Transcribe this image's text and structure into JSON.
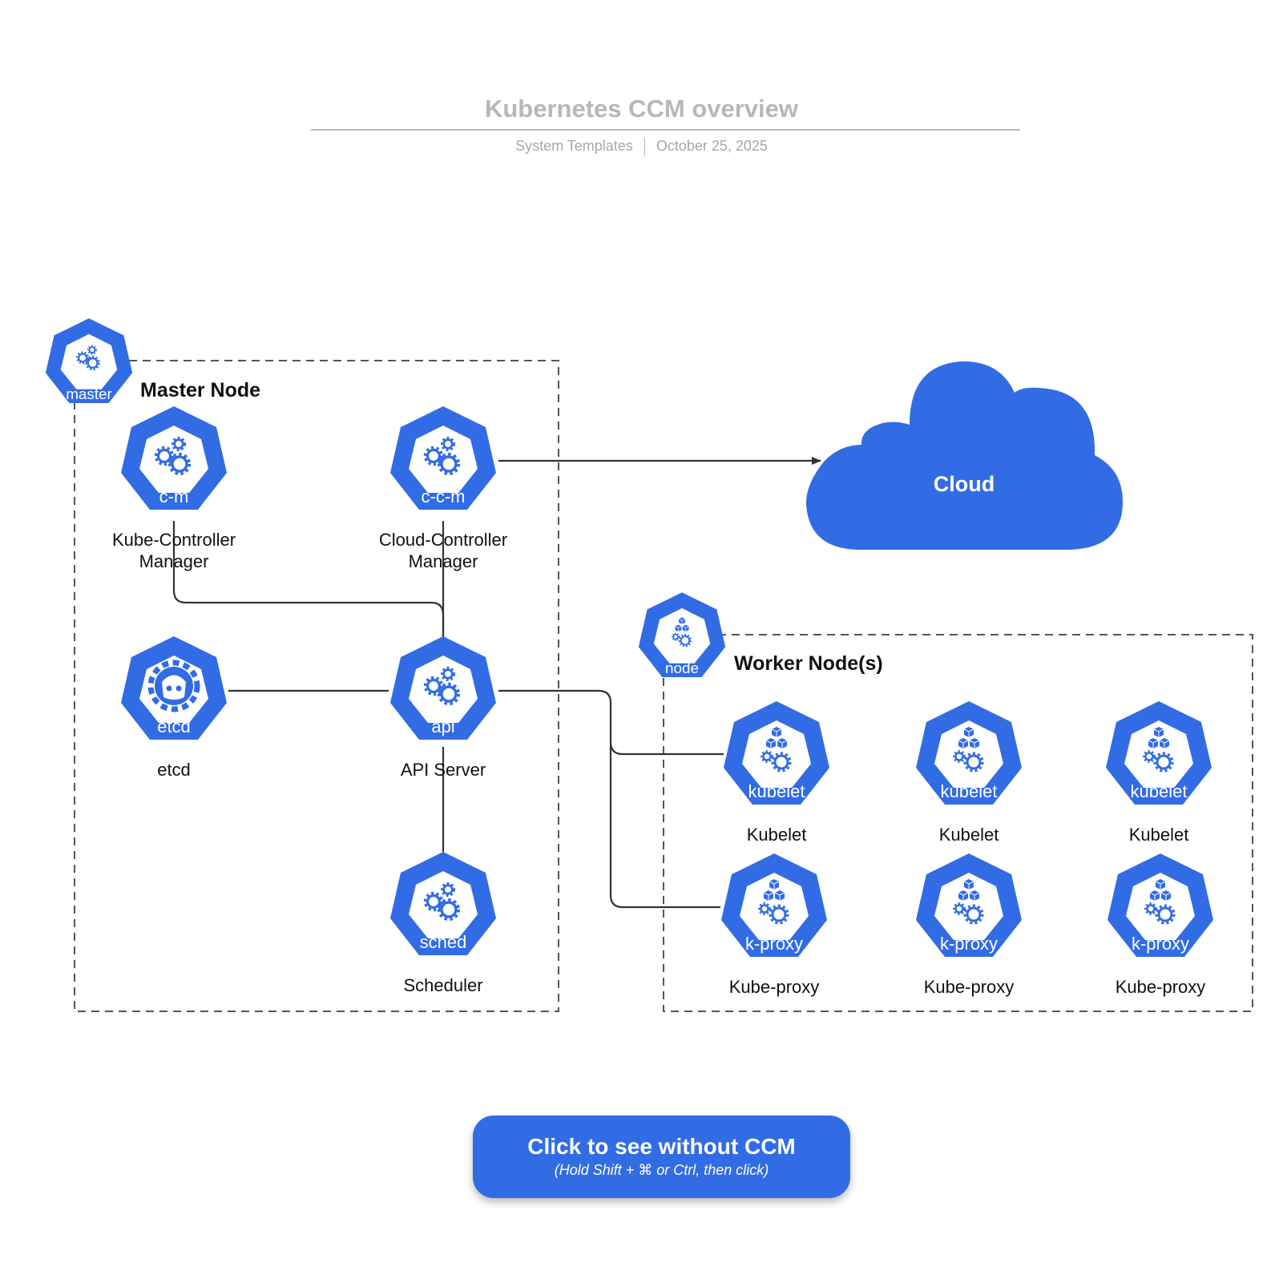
{
  "header": {
    "title": "Kubernetes CCM overview",
    "author": "System Templates",
    "date": "October 25, 2025"
  },
  "colors": {
    "brand": "#326ce5",
    "line": "#333333",
    "title_gray": "#b7b7b7"
  },
  "groups": {
    "master": {
      "icon_label": "master",
      "title": "Master Node"
    },
    "worker": {
      "icon_label": "node",
      "title": "Worker Node(s)"
    }
  },
  "cloud": {
    "label": "Cloud"
  },
  "nodes": {
    "cm": {
      "badge": "c-m",
      "label": [
        "Kube-Controller",
        "Manager"
      ],
      "icon": "gears-icon"
    },
    "ccm": {
      "badge": "c-c-m",
      "label": [
        "Cloud-Controller",
        "Manager"
      ],
      "icon": "gears-icon"
    },
    "etcd": {
      "badge": "etcd",
      "label": [
        "etcd"
      ],
      "icon": "etcd-icon"
    },
    "api": {
      "badge": "api",
      "label": [
        "API Server"
      ],
      "icon": "gears-icon"
    },
    "sched": {
      "badge": "sched",
      "label": [
        "Scheduler"
      ],
      "icon": "gears-icon"
    },
    "kubelet1": {
      "badge": "kubelet",
      "label": [
        "Kubelet"
      ],
      "icon": "node-icon"
    },
    "kubelet2": {
      "badge": "kubelet",
      "label": [
        "Kubelet"
      ],
      "icon": "node-icon"
    },
    "kubelet3": {
      "badge": "kubelet",
      "label": [
        "Kubelet"
      ],
      "icon": "node-icon"
    },
    "kproxy1": {
      "badge": "k-proxy",
      "label": [
        "Kube-proxy"
      ],
      "icon": "node-icon"
    },
    "kproxy2": {
      "badge": "k-proxy",
      "label": [
        "Kube-proxy"
      ],
      "icon": "node-icon"
    },
    "kproxy3": {
      "badge": "k-proxy",
      "label": [
        "Kube-proxy"
      ],
      "icon": "node-icon"
    }
  },
  "button": {
    "label": "Click to see without CCM",
    "hint": "(Hold Shift + ⌘ or Ctrl, then click)"
  }
}
